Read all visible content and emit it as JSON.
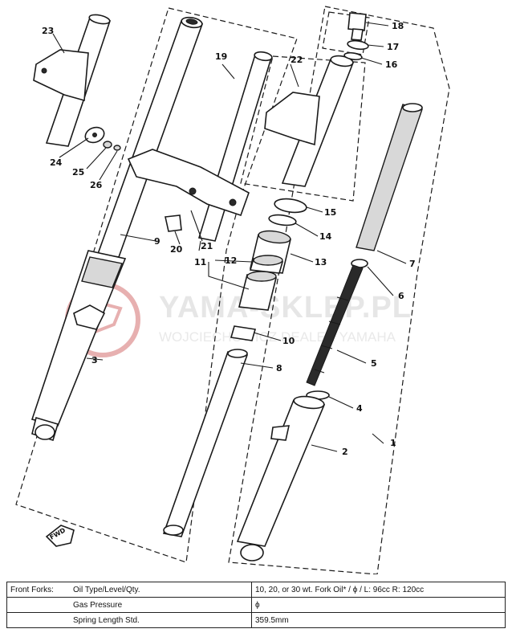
{
  "watermark": {
    "brand": "YAMA-SKLEP.PL",
    "tagline": "WOJCIECHOWICZ DEALER YAMAHA"
  },
  "fwd_label": "FWD",
  "callouts": [
    "1",
    "2",
    "3",
    "4",
    "5",
    "6",
    "7",
    "8",
    "9",
    "10",
    "11",
    "12",
    "13",
    "14",
    "15",
    "16",
    "17",
    "18",
    "19",
    "20",
    "21",
    "22",
    "23",
    "24",
    "25",
    "26"
  ],
  "spec_table": {
    "rows": [
      {
        "group": "Front Forks:",
        "item": "Oil Type/Level/Qty.",
        "value": "10, 20, or 30 wt. Fork Oil* / ϕ / L: 96cc   R: 120cc"
      },
      {
        "group": "",
        "item": "Gas Pressure",
        "value": "ϕ"
      },
      {
        "group": "",
        "item": "Spring Length Std.",
        "value": "359.5mm"
      }
    ]
  },
  "colors": {
    "line": "#1a1a1a",
    "watermark": "#e6e6e6",
    "logo": "#e7b0b0"
  }
}
